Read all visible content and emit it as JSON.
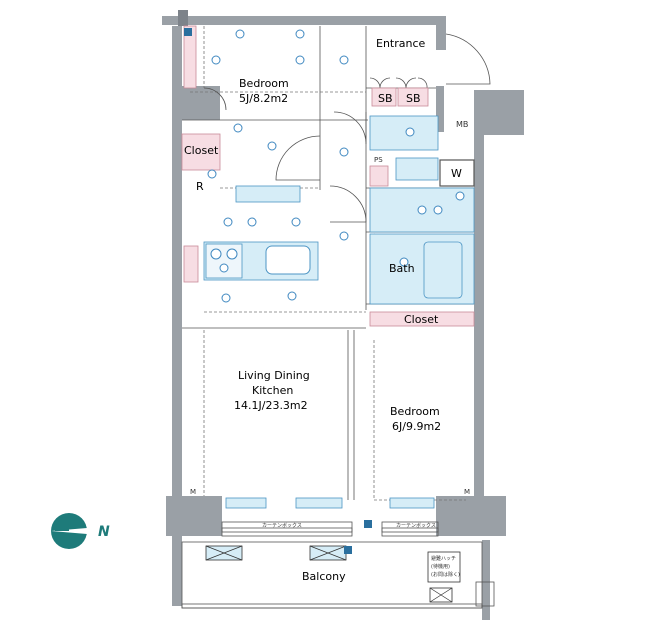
{
  "rooms": {
    "entrance": "Entrance",
    "bedroom1_name": "Bedroom",
    "bedroom1_size": "5J/8.2m2",
    "sb1": "SB",
    "sb2": "SB",
    "mb": "MB",
    "closet1": "Closet",
    "r": "R",
    "ps": "PS",
    "w": "W",
    "bath": "Bath",
    "closet2": "Closet",
    "ldk_line1": "Living Dining",
    "ldk_line2": "Kitchen",
    "ldk_size": "14.1J/23.3m2",
    "bedroom2_name": "Bedroom",
    "bedroom2_size": "6J/9.9m2",
    "balcony": "Balcony"
  },
  "marks": {
    "m": "M",
    "curtain_box": "カーテンボックス",
    "evac_line1": "避難ハッチ",
    "evac_line2": "(待機用)",
    "evac_line3": "(お問は除く)"
  },
  "compass": {
    "label": "N",
    "color": "#1e7b7a"
  }
}
